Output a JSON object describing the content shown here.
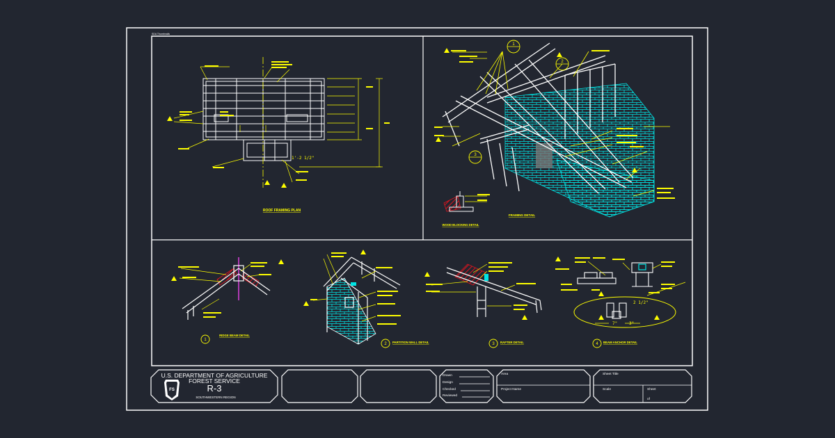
{
  "colors": {
    "background": "#222630",
    "frame": "#ffffff",
    "annotation": "#ffff00",
    "masonry": "#00e5e5",
    "accent_red": "#e0141e",
    "accent_magenta": "#e040e0"
  },
  "sheet": {
    "corner_label": "SDA Thumbnails",
    "panels": {
      "roof_plan_title": "ROOF FRAMING PLAN",
      "roof_plan_dim": "1'-2 1/2\"",
      "framing_title": "FRAMING DETAIL",
      "wood_blocking_title": "WOOD BLOCKING DETAIL",
      "ridge_title": "RIDGE BEAM DETAIL",
      "partition_title": "PARTITION WALL DETAIL",
      "rafter_title": "RAFTER DETAIL",
      "beam_anchor_title": "BEAM ANCHOR DETAIL",
      "beam_anchor_dims": [
        "2 1/2\"",
        "7\"",
        "3\""
      ]
    },
    "callouts": {
      "framing_top": "1",
      "framing_mid": "2",
      "framing_left": "3",
      "ridge": "1",
      "partition": "2",
      "rafter": "3",
      "beam_anchor": "4"
    }
  },
  "title_block": {
    "agency_line1": "U.S. DEPARTMENT OF AGRICULTURE",
    "agency_line2": "FOREST SERVICE",
    "region_code": "R-3",
    "region_name": "SOUTHWESTERN REGION",
    "logo_label": "FS",
    "signoffs": [
      "Drawn",
      "Design",
      "Checked",
      "Reviewed"
    ],
    "area_label": "Area",
    "project_label": "Project Name",
    "sheet_title_label": "Sheet Title",
    "scale_label": "Scale",
    "sheet_label": "Sheet",
    "sheet_of": "of"
  }
}
